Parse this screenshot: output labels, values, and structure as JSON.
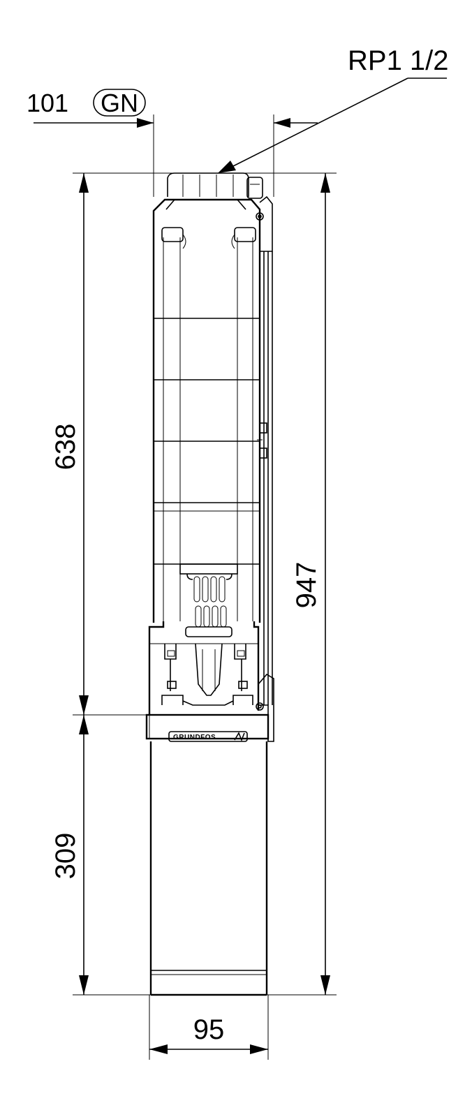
{
  "dimensions": {
    "outlet_width": "101",
    "outlet_code": "GN",
    "thread": "RP1 1/2",
    "pump_length": "638",
    "total_length": "947",
    "motor_length": "309",
    "diameter": "95"
  },
  "logo": {
    "brand": "GRUNDFOS"
  }
}
